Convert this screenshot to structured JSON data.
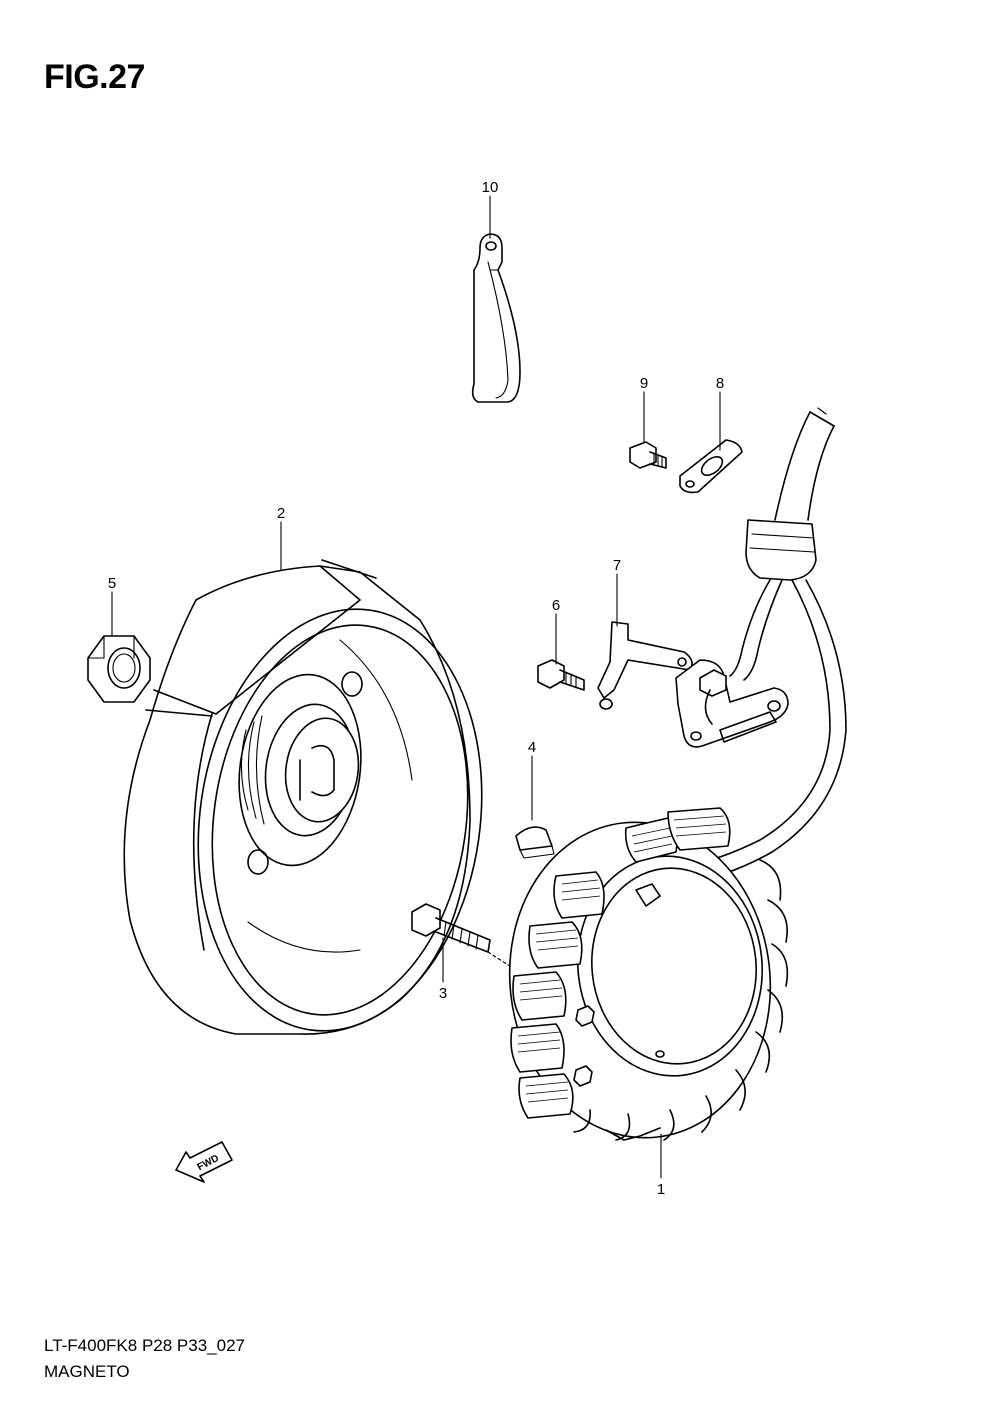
{
  "header": {
    "figure_title": "FIG.27"
  },
  "footer": {
    "model_code": "LT-F400FK8 P28 P33_027",
    "section_name": "MAGNETO"
  },
  "direction_marker": {
    "label": "FWD"
  },
  "callouts": [
    {
      "id": "1",
      "label": "1"
    },
    {
      "id": "2",
      "label": "2"
    },
    {
      "id": "3",
      "label": "3"
    },
    {
      "id": "4",
      "label": "4"
    },
    {
      "id": "5",
      "label": "5"
    },
    {
      "id": "6",
      "label": "6"
    },
    {
      "id": "7",
      "label": "7"
    },
    {
      "id": "8",
      "label": "8"
    },
    {
      "id": "9",
      "label": "9"
    },
    {
      "id": "10",
      "label": "10"
    }
  ]
}
